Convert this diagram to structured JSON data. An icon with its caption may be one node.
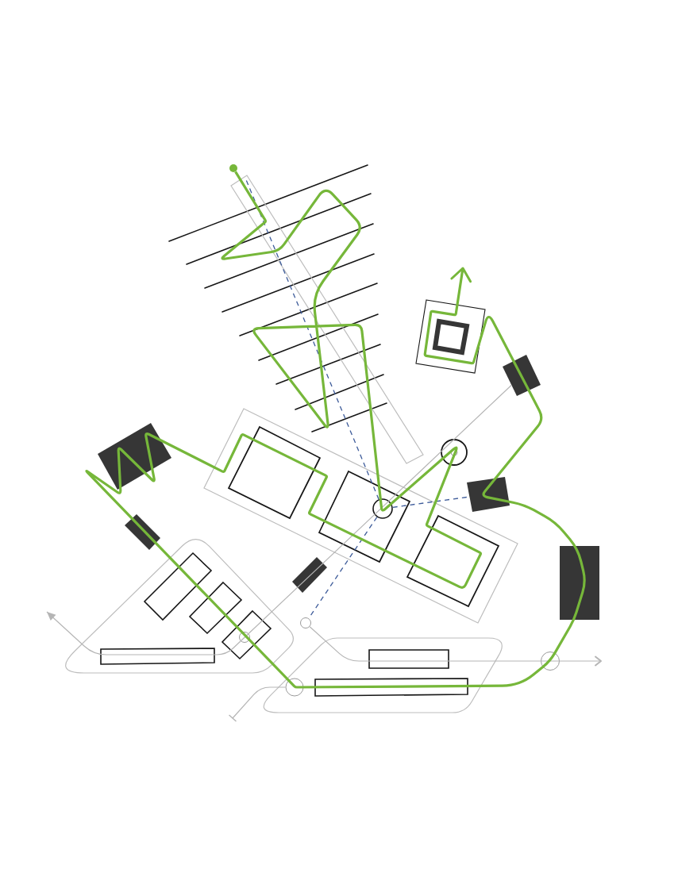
{
  "diagram": {
    "nodes": [
      {
        "text": [],
        "shape": "circle"
      },
      {
        "text": [],
        "shape": "box"
      },
      {
        "text": [],
        "shape": "box"
      },
      {
        "text": [],
        "shape": "box",
        "in": 2
      },
      {
        "text": [],
        "shape": "box"
      },
      {
        "text": [],
        "shape": "box"
      },
      {
        "text": [],
        "shape": "box"
      },
      {
        "text": [],
        "shape": "box",
        "in": 5
      },
      {
        "text": [],
        "shape": "circle"
      },
      {
        "text": [],
        "shape": "box",
        "in": 5
      },
      {
        "text": [],
        "shape": "box"
      },
      {
        "text": [],
        "shape": "circle",
        "in": 9
      },
      {
        "text": [],
        "shape": "box"
      },
      {
        "text": [],
        "shape": "box",
        "in": 5
      },
      {
        "text": [],
        "shape": "triangle"
      },
      {
        "text": [],
        "shape": "box"
      },
      {
        "text": [],
        "shape": "box",
        "in": 14
      },
      {
        "text": [],
        "shape": "box"
      },
      {
        "text": [],
        "shape": "box",
        "in": 14
      },
      {
        "text": [],
        "shape": "box",
        "in": 14
      },
      {
        "text": [],
        "shape": "circle"
      },
      {
        "text": [],
        "shape": "circle",
        "in": 19
      },
      {
        "text": [],
        "shape": "parallelogram"
      },
      {
        "text": [],
        "shape": "bar",
        "in": 14
      },
      {
        "text": [],
        "shape": "bar",
        "in": 22
      },
      {
        "text": [],
        "shape": "circle"
      },
      {
        "text": [],
        "shape": "bar",
        "in": 22
      },
      {
        "text": [],
        "shape": "circle",
        "in": 22
      }
    ],
    "edges": [
      {
        "from": 0,
        "to": null,
        "arrow": "to",
        "style": "thick",
        "color": "#76b73a"
      },
      {
        "from": 11,
        "to": 1,
        "arrow": "none",
        "style": "dashed",
        "color": "#3e5c9a"
      },
      {
        "from": 11,
        "to": 10,
        "arrow": "none",
        "style": "dashed",
        "color": "#3e5c9a"
      },
      {
        "from": 11,
        "to": 20,
        "arrow": "none",
        "style": "dashed",
        "color": "#3e5c9a"
      },
      {
        "from": 4,
        "to": null,
        "arrow": "to",
        "color": "#b5b5b5"
      },
      {
        "from": 20,
        "to": null,
        "arrow": "to",
        "color": "#b5b5b5"
      },
      {
        "from": 27,
        "to": null,
        "arrow": "other",
        "color": "#b5b5b5"
      }
    ]
  }
}
